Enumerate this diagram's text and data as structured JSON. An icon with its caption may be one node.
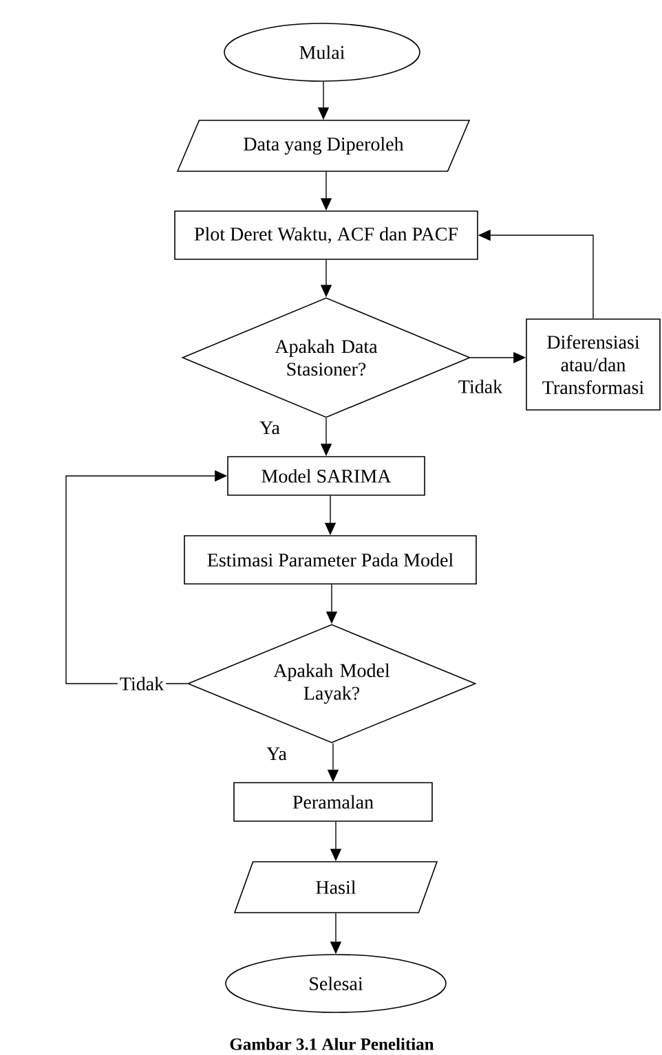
{
  "diagram": {
    "caption": "Gambar 3.1 Alur Penelitian",
    "nodes": [
      {
        "text": [
          "Mulai"
        ]
      },
      {
        "text": [
          "Data yang Diperoleh"
        ]
      },
      {
        "text": [
          "Plot Deret Waktu, ACF dan PACF"
        ]
      },
      {
        "text": [
          "Apakah Data Stasioner?"
        ]
      },
      {
        "text": [
          "Diferensiasi atau/dan Transformasi"
        ]
      },
      {
        "text": [
          "Model SARIMA"
        ]
      },
      {
        "text": [
          "Estimasi Parameter Pada Model"
        ]
      },
      {
        "text": [
          "Apakah Model Layak?"
        ]
      },
      {
        "text": [
          "Peramalan"
        ]
      },
      {
        "text": [
          "Hasil"
        ]
      },
      {
        "text": [
          "Selesai"
        ]
      }
    ],
    "edges": [
      {
        "from": 0,
        "to": 1,
        "arrow": "to"
      },
      {
        "from": 1,
        "to": 2,
        "arrow": "to"
      },
      {
        "from": 2,
        "to": 3,
        "arrow": "to"
      },
      {
        "from": 3,
        "to": 4,
        "arrow": "to",
        "label": "Tidak"
      },
      {
        "from": 4,
        "to": 2,
        "arrow": "to"
      },
      {
        "from": 3,
        "to": 5,
        "arrow": "to",
        "label": "Ya"
      },
      {
        "from": 5,
        "to": 6,
        "arrow": "to"
      },
      {
        "from": 6,
        "to": 7,
        "arrow": "to"
      },
      {
        "from": 7,
        "to": 5,
        "arrow": "to",
        "label": "Tidak"
      },
      {
        "from": 7,
        "to": 8,
        "arrow": "to",
        "label": "Ya"
      },
      {
        "from": 8,
        "to": 9,
        "arrow": "to"
      },
      {
        "from": 9,
        "to": 10,
        "arrow": "to"
      }
    ]
  }
}
